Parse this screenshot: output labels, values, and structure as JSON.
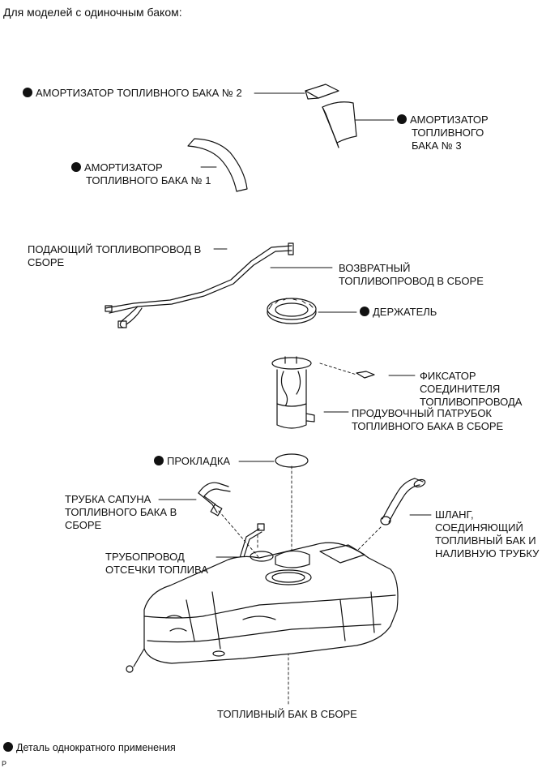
{
  "heading": "Для моделей с одиночным баком:",
  "labels": {
    "cushion2": "АМОРТИЗАТОР ТОПЛИВНОГО БАКА № 2",
    "cushion3": [
      "АМОРТИЗАТОР",
      "ТОПЛИВНОГО",
      "БАКА № 3"
    ],
    "cushion1": [
      "АМОРТИЗАТОР",
      "ТОПЛИВНОГО БАКА № 1"
    ],
    "supply_pipe": [
      "ПОДАЮЩИЙ ТОПЛИВОПРОВОД В",
      "СБОРЕ"
    ],
    "return_pipe": [
      "ВОЗВРАТНЫЙ",
      "ТОПЛИВОПРОВОД В СБОРЕ"
    ],
    "retainer": "ДЕРЖАТЕЛЬ",
    "connector_clip": [
      "ФИКСАТОР",
      "СОЕДИНИТЕЛЯ",
      "ТОПЛИВОПРОВОДА"
    ],
    "suction_tube": [
      "ПРОДУВОЧНЫЙ ПАТРУБОК",
      "ТОПЛИВНОГО БАКА В СБОРЕ"
    ],
    "gasket": "ПРОКЛАДКА",
    "breather_tube": [
      "ТРУБКА САПУНА",
      "ТОПЛИВНОГО БАКА В",
      "СБОРЕ"
    ],
    "cutoff_pipe": [
      "ТРУБОПРОВОД",
      "ОТСЕЧКИ ТОПЛИВА"
    ],
    "hose": [
      "ШЛАНГ,",
      "СОЕДИНЯЮЩИЙ",
      "ТОПЛИВНЫЙ БАК И",
      "НАЛИВНУЮ ТРУБКУ"
    ],
    "tank": "ТОПЛИВНЫЙ БАК В СБОРЕ"
  },
  "legend": "Деталь однократного применения",
  "corner_mark": "P"
}
